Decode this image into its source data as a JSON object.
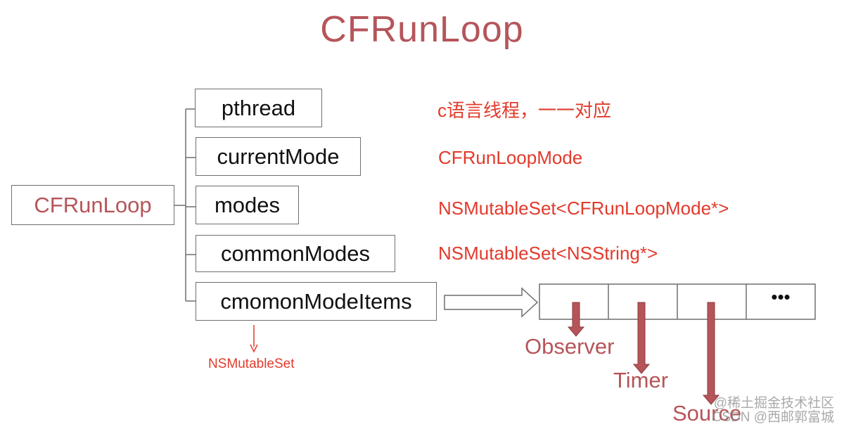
{
  "title": "CFRunLoop",
  "root": {
    "label": "CFRunLoop"
  },
  "members": [
    {
      "label": "pthread",
      "note": "c语言线程，一一对应"
    },
    {
      "label": "currentMode",
      "note": "CFRunLoopMode"
    },
    {
      "label": "modes",
      "note": "NSMutableSet<CFRunLoopMode*>"
    },
    {
      "label": "commonModes",
      "note": "NSMutableSet<NSString*>"
    },
    {
      "label": "cmomonModeItems",
      "note": ""
    }
  ],
  "items_type_note": "NSMutableSet",
  "array_cells": [
    {
      "label": "Observer"
    },
    {
      "label": "Timer"
    },
    {
      "label": "Source"
    },
    {
      "label": "•••"
    }
  ],
  "watermark": [
    "@稀土掘金技术社区",
    "CSDN @西邮郭富城"
  ],
  "colors": {
    "title": "#b5555a",
    "note": "#e23a2c",
    "arrow": "#b5555a",
    "line": "#6f6f6f"
  }
}
